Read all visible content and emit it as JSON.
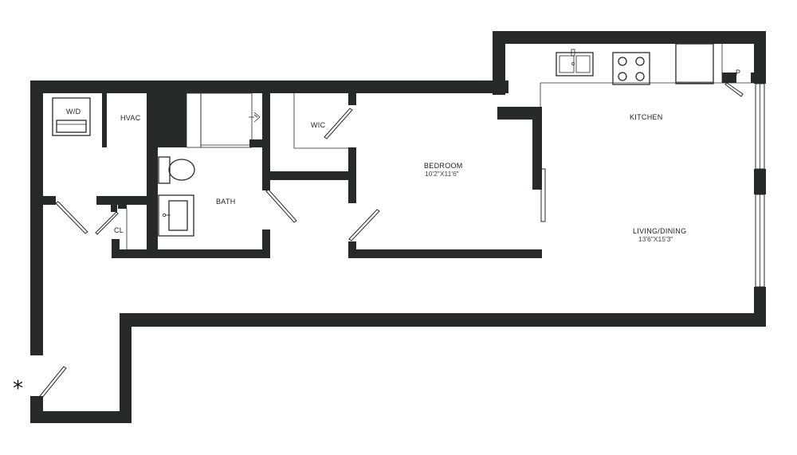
{
  "rooms": {
    "wd": "W/D",
    "hvac": "HVAC",
    "wic": "WIC",
    "kitchen": "KITCHEN",
    "bedroom": "BEDROOM",
    "bedroom_dim": "10'2\"X11'6\"",
    "bath": "BATH",
    "cl": "CL",
    "living": "LIVING/DINING",
    "living_dim": "13'6\"X15'3\"",
    "pantry": "P"
  },
  "entry_marker": "*"
}
